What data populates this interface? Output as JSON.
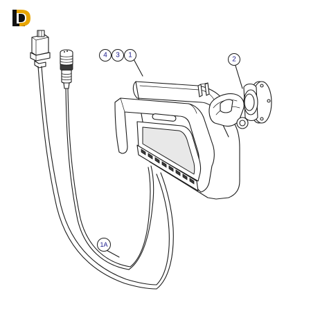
{
  "brand": {
    "logo_icon": "ld-logo-icon",
    "colors": {
      "logo_primary": "#111111",
      "logo_accent": "#e8a500"
    }
  },
  "callouts": [
    {
      "id": "4",
      "label": "4"
    },
    {
      "id": "3",
      "label": "3"
    },
    {
      "id": "1",
      "label": "1"
    },
    {
      "id": "2",
      "label": "2"
    },
    {
      "id": "1A",
      "label": "1A"
    }
  ],
  "colors": {
    "callout_text": "#1a1a8c",
    "line": "#1a1a1a"
  }
}
